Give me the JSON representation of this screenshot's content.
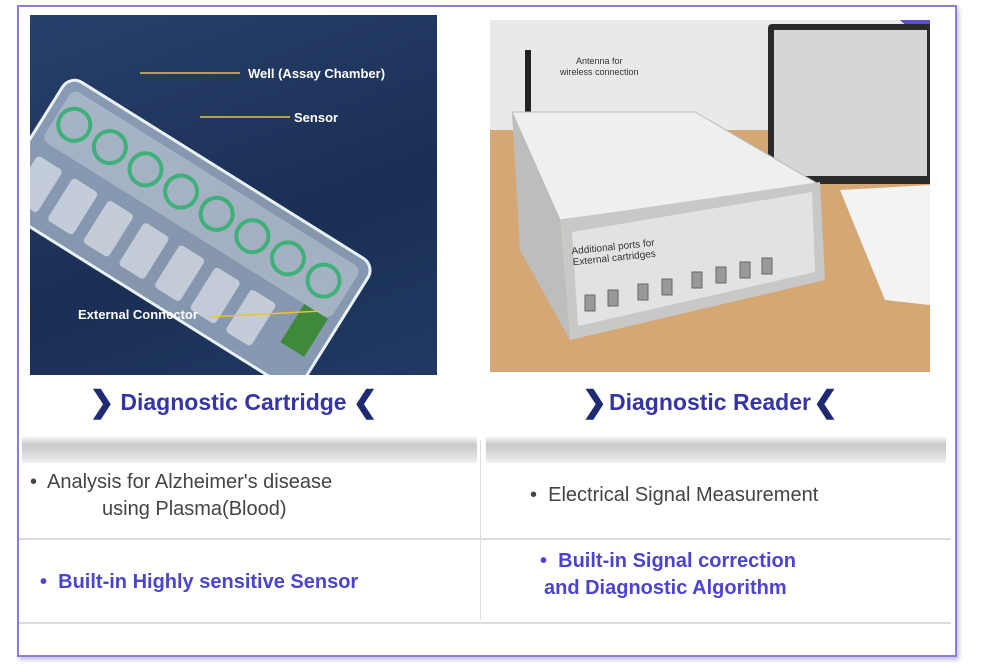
{
  "cartridge": {
    "title": "Diagnostic Cartridge",
    "labels": {
      "well": "Well (Assay Chamber)",
      "sensor": "Sensor",
      "connector": "External Connector"
    },
    "feature1_line1": "Analysis for Alzheimer's disease",
    "feature1_line2": "using Plasma(Blood)",
    "feature2": "Built-in Highly sensitive Sensor"
  },
  "reader": {
    "title": "Diagnostic Reader",
    "labels": {
      "antenna_line1": "Antenna for",
      "antenna_line2": "wireless connection",
      "ports_line1": "Additional ports for",
      "ports_line2": "External cartridges"
    },
    "feature1": "Electrical Signal Measurement",
    "feature2_line1": "Built-in Signal correction",
    "feature2_line2": "and Diagnostic Algorithm"
  },
  "bullet": "•",
  "colors": {
    "accent": "#4a44d0",
    "frame": "#8a7fd6",
    "title": "#3535a8"
  }
}
